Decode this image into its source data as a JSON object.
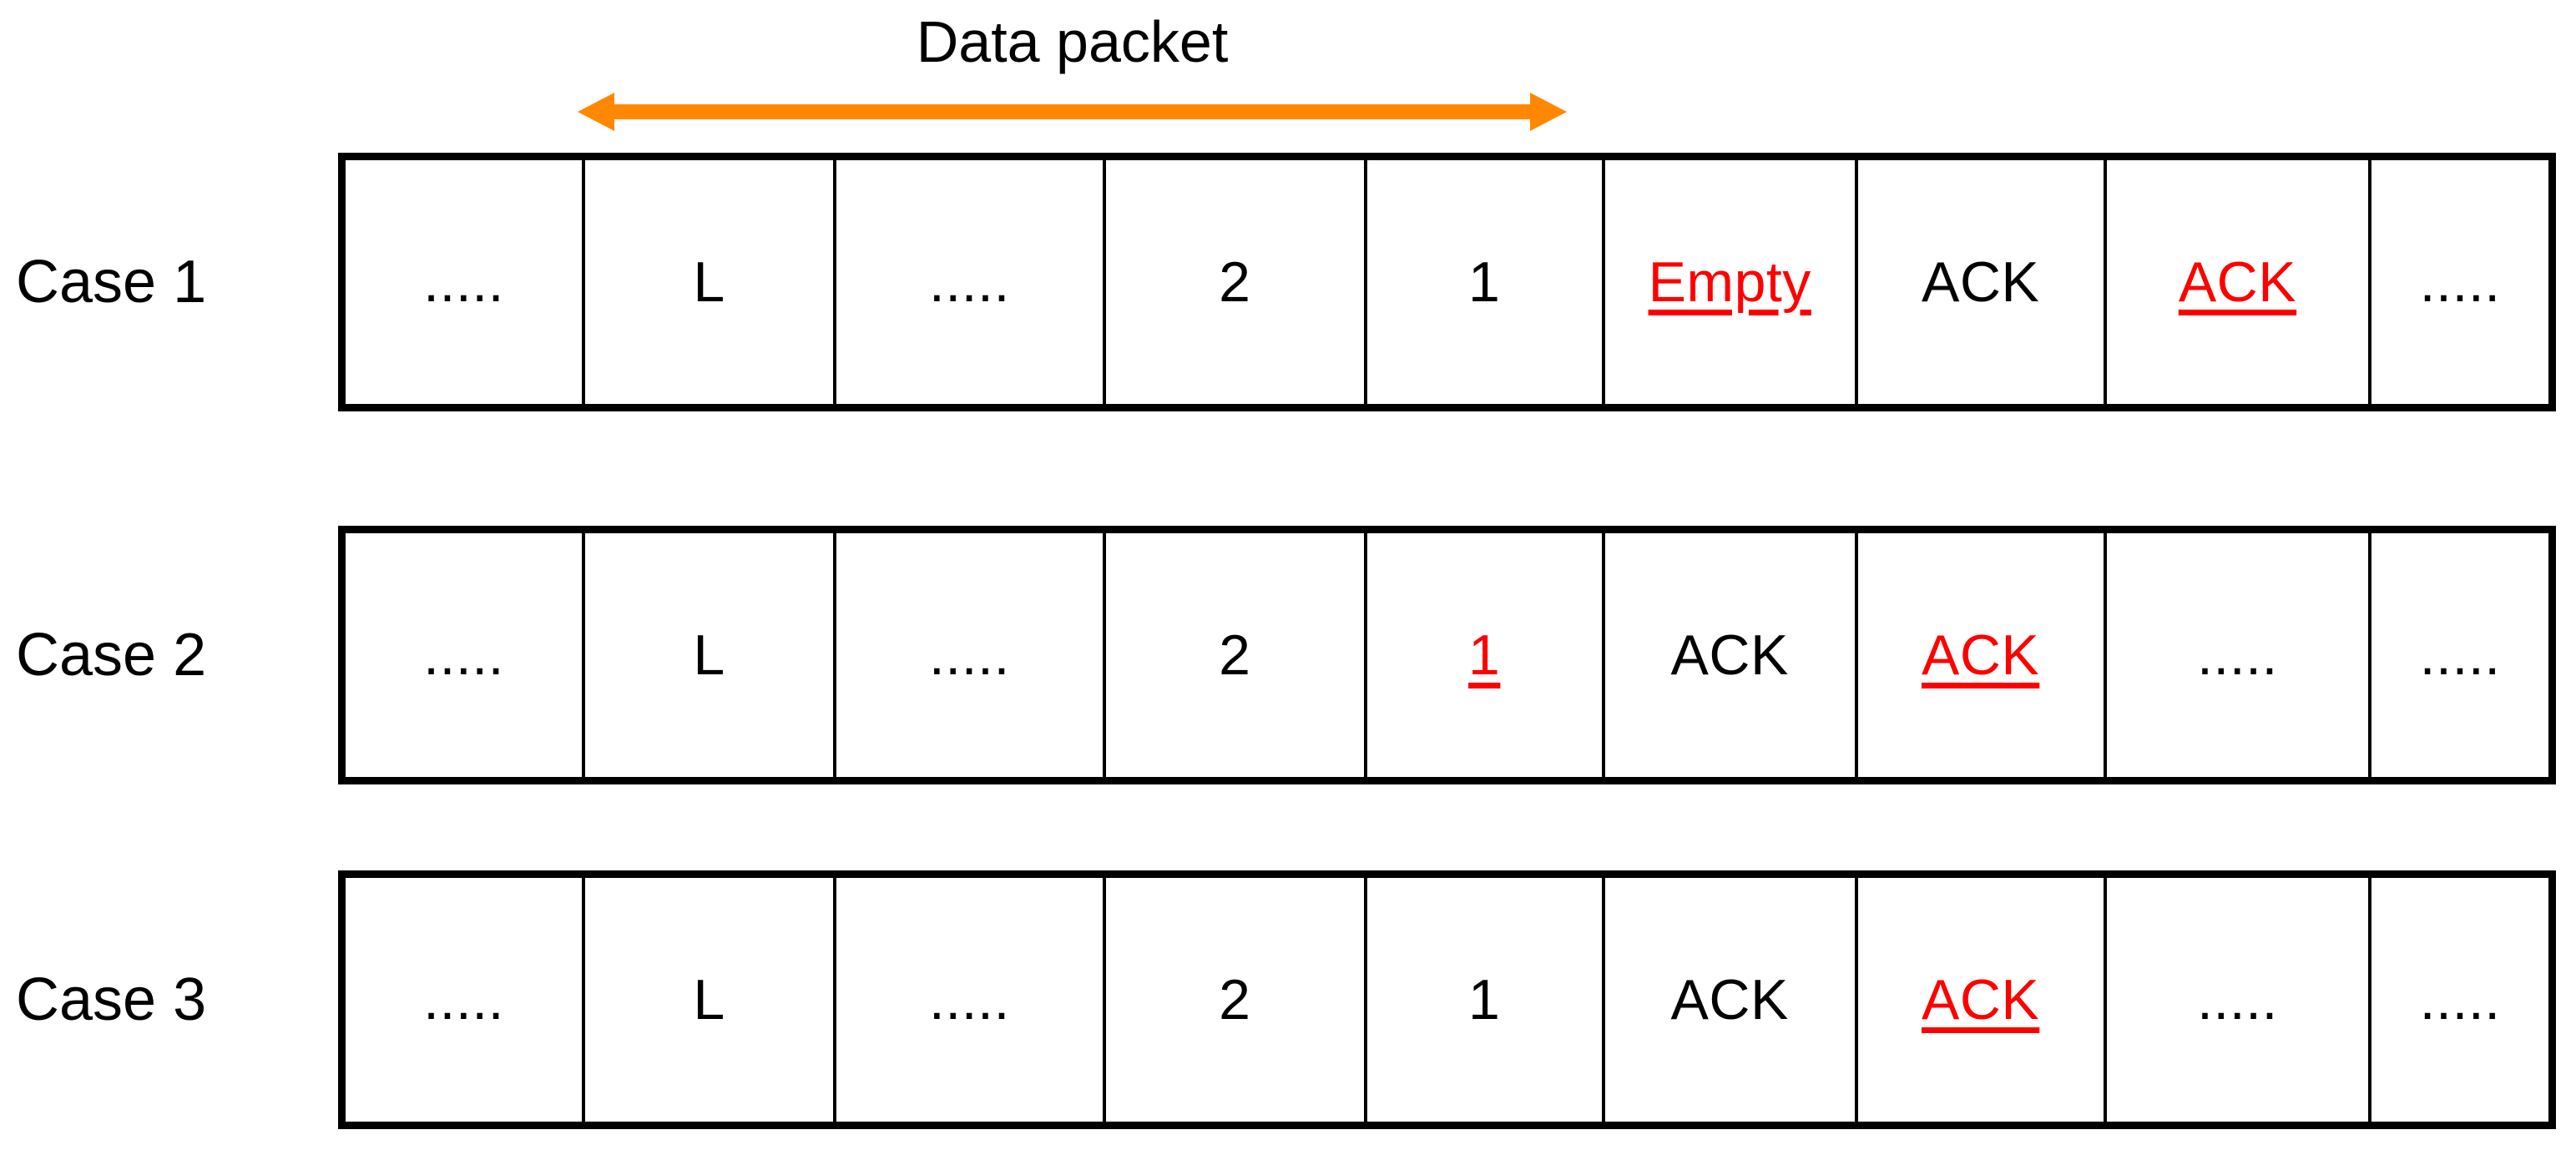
{
  "annotation": {
    "label": "Data packet",
    "arrow_color": "#FF8800",
    "arrow_spans_cells": [
      "L",
      ".....",
      "2",
      "1"
    ]
  },
  "colors": {
    "text": "#000000",
    "highlight": "#FF0000",
    "border": "#000000",
    "background": "#FFFFFF"
  },
  "rows": [
    {
      "label": "Case 1",
      "cells": [
        {
          "text": ".....",
          "style": "normal"
        },
        {
          "text": "L",
          "style": "normal"
        },
        {
          "text": ".....",
          "style": "normal"
        },
        {
          "text": "2",
          "style": "normal"
        },
        {
          "text": "1",
          "style": "normal"
        },
        {
          "text": "Empty",
          "style": "red-underline"
        },
        {
          "text": "ACK",
          "style": "normal"
        },
        {
          "text": "ACK",
          "style": "red-underline"
        },
        {
          "text": ".....",
          "style": "normal"
        }
      ]
    },
    {
      "label": "Case 2",
      "cells": [
        {
          "text": ".....",
          "style": "normal"
        },
        {
          "text": "L",
          "style": "normal"
        },
        {
          "text": ".....",
          "style": "normal"
        },
        {
          "text": "2",
          "style": "normal"
        },
        {
          "text": "1",
          "style": "red-underline"
        },
        {
          "text": "ACK",
          "style": "normal"
        },
        {
          "text": "ACK",
          "style": "red-underline"
        },
        {
          "text": ".....",
          "style": "normal"
        },
        {
          "text": ".....",
          "style": "normal"
        }
      ]
    },
    {
      "label": "Case 3",
      "cells": [
        {
          "text": ".....",
          "style": "normal"
        },
        {
          "text": "L",
          "style": "normal"
        },
        {
          "text": ".....",
          "style": "normal"
        },
        {
          "text": "2",
          "style": "normal"
        },
        {
          "text": "1",
          "style": "normal"
        },
        {
          "text": "ACK",
          "style": "normal"
        },
        {
          "text": "ACK",
          "style": "red-underline"
        },
        {
          "text": ".....",
          "style": "normal"
        },
        {
          "text": ".....",
          "style": "normal"
        }
      ]
    }
  ]
}
